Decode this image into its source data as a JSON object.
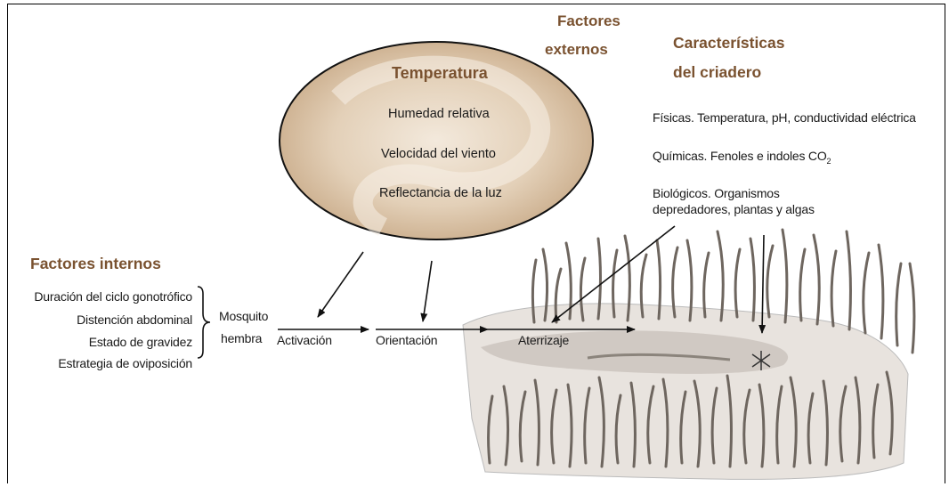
{
  "factores_externos": {
    "title_line1": "Factores",
    "title_line2": "externos",
    "items": [
      "Temperatura",
      "Humedad relativa",
      "Velocidad del viento",
      "Reflectancia de la luz"
    ]
  },
  "criadero": {
    "title_line1": "Características",
    "title_line2": "del criadero",
    "fisicas": "Físicas. Temperatura, pH, conductividad eléctrica",
    "quimicas": "Químicas. Fenoles e indoles CO",
    "quimicas_sub": "2",
    "biologicos_line1": "Biológicos. Organismos",
    "biologicos_line2": "depredadores, plantas y algas"
  },
  "factores_internos": {
    "title": "Factores internos",
    "items": [
      "Duración del ciclo gonotrófico",
      "Distención abdominal",
      "Estado de gravidez",
      "Estrategia de oviposición"
    ]
  },
  "flow": {
    "mosquito_line1": "Mosquito",
    "mosquito_line2": "hembra",
    "activacion": "Activación",
    "orientacion": "Orientación",
    "aterrizaje": "Aterrizaje"
  }
}
